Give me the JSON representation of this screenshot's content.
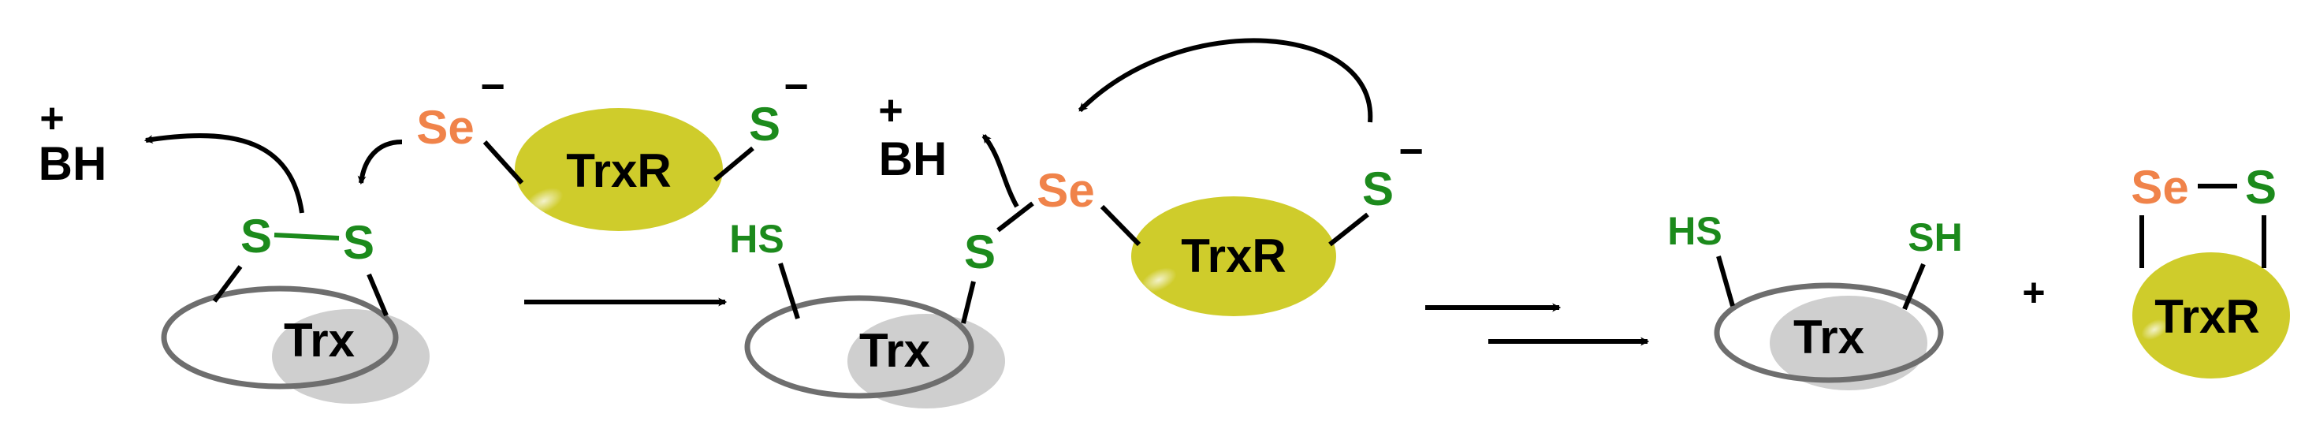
{
  "colors": {
    "sulfur": "#1c8a1c",
    "selenium": "#f0834a",
    "trxr_fill": "#cfcc2b",
    "trx_fill": "#cfcfcf",
    "trx_outline": "#6e6e6e",
    "ink": "#000000"
  },
  "labels": {
    "trx": "Trx",
    "trxr": "TrxR",
    "base": "BH",
    "plus_charge": "+",
    "minus_charge": "−",
    "plus_sign": "+",
    "s": "S",
    "se": "Se",
    "hs": "HS",
    "sh": "SH"
  }
}
